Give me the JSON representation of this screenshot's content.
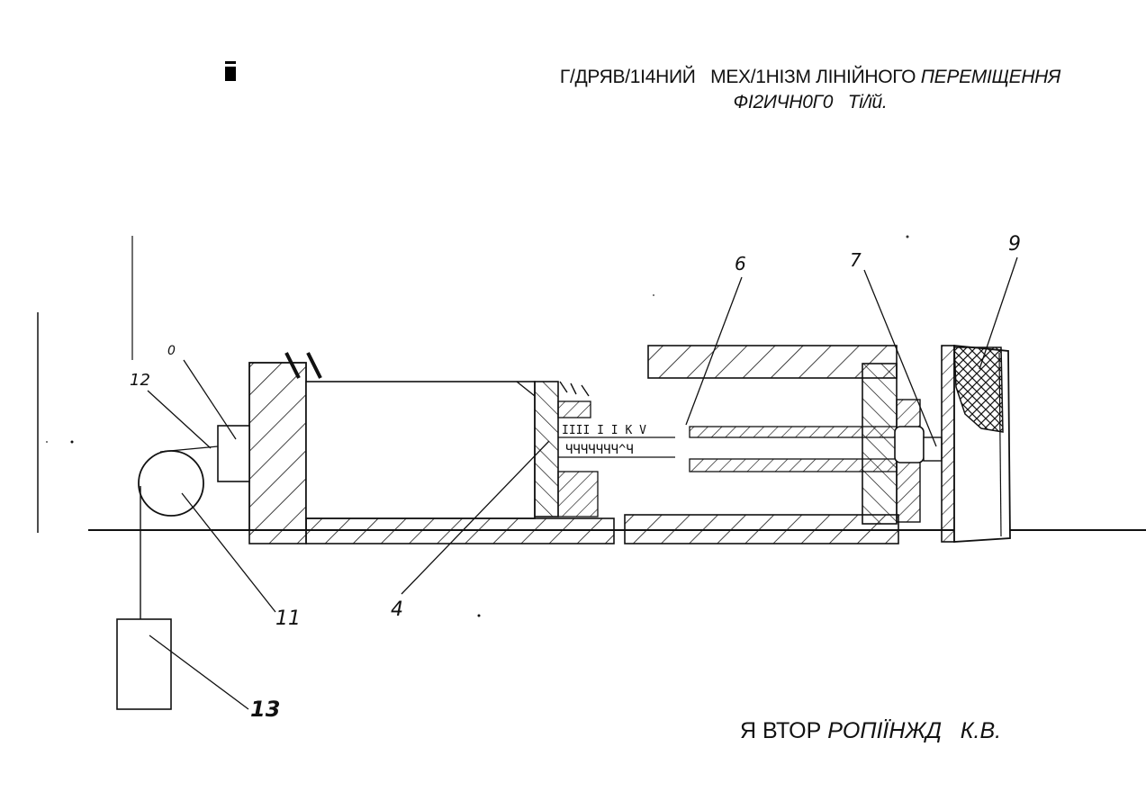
{
  "title": {
    "line1_upright": "Г/ДРЯВ/1І4НИЙ   МЕХ/1НІЗМ ЛІНІЙНОГО",
    "line1_italic": "ПЕРЕМІЩЕННЯ",
    "line2_italic": "ФІ2ИЧН0Г0   Ті/їй."
  },
  "author": {
    "prefix": "Я ВТОР",
    "name": "РОПІЇНЖД   К.В."
  },
  "labels": {
    "l0": "0",
    "l12": "12",
    "l11": "11",
    "l4": "4",
    "l6": "6",
    "l7": "7",
    "l9": "9",
    "l13": "13"
  },
  "scale_marks": {
    "top": "IIII I I K  V",
    "bottom": "ЧЧЧЧЧЧЧ^Ч"
  }
}
